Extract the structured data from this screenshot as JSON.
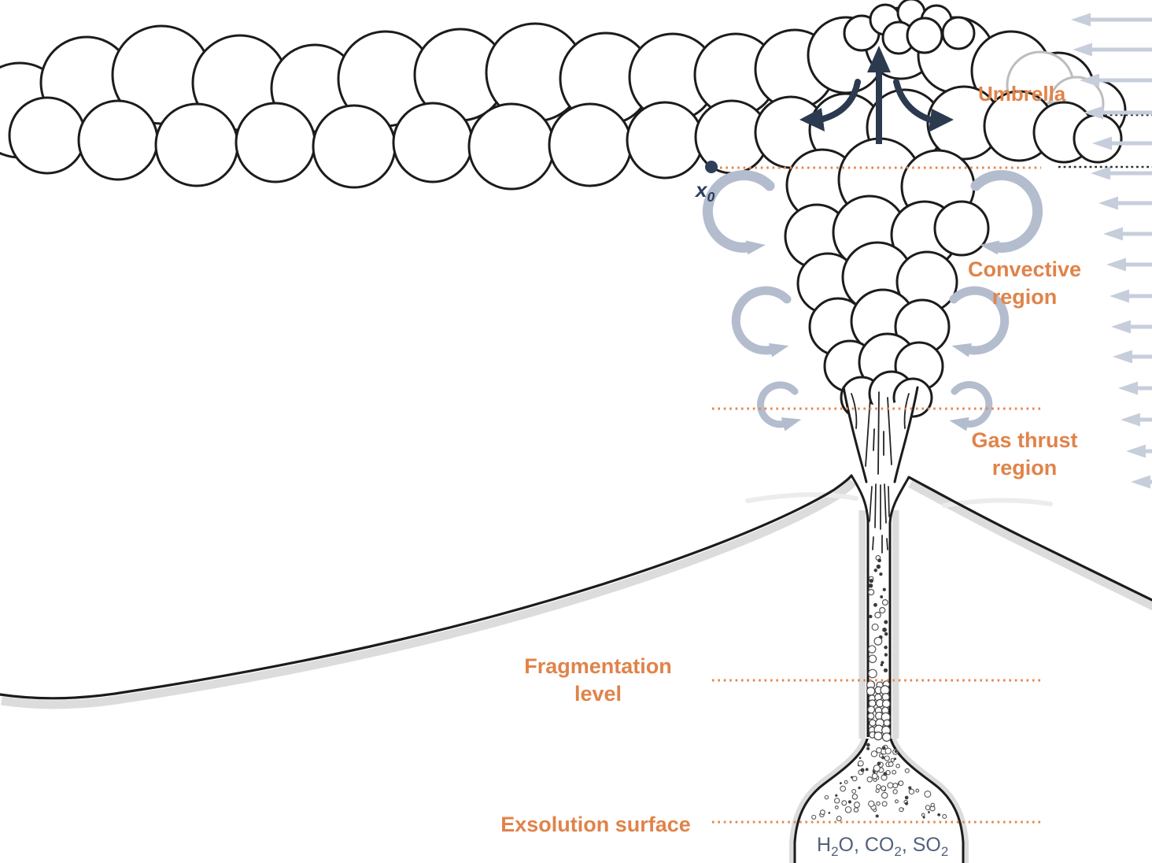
{
  "labels": {
    "umbrella": "Umbrella",
    "convective": "Convective region",
    "gas_thrust": "Gas thrust region",
    "fragmentation": "Fragmentation level",
    "exsolution": "Exsolution surface",
    "x0": {
      "base": "x",
      "sub": "0"
    },
    "gases": {
      "p1": "H",
      "s1": "2",
      "p2": "O, CO",
      "s2": "2",
      "p3": ", SO",
      "s3": "2"
    }
  },
  "colors": {
    "accent_orange": "#E0834A",
    "dotted_orange": "#E2884D",
    "navy_arrow": "#2C3A4F",
    "x0_navy": "#2F3E5A",
    "eddy_gray": "#B3BDCE",
    "wind_gray": "#C7CEDB",
    "gas_text_gray": "#52617A",
    "ground_shadow": "#DCDCDC",
    "outline_black": "#1C1C1C"
  }
}
